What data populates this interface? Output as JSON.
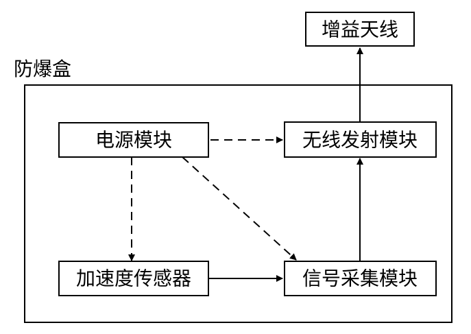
{
  "container": {
    "label": "防爆盒"
  },
  "nodes": {
    "antenna": "增益天线",
    "power": "电源模块",
    "wireless": "无线发射模块",
    "accel": "加速度传感器",
    "acquisition": "信号采集模块"
  },
  "edges": [
    {
      "from": "wireless",
      "to": "antenna",
      "style": "solid"
    },
    {
      "from": "power",
      "to": "wireless",
      "style": "dashed"
    },
    {
      "from": "power",
      "to": "accel",
      "style": "dashed"
    },
    {
      "from": "power",
      "to": "acquisition",
      "style": "dashed"
    },
    {
      "from": "accel",
      "to": "acquisition",
      "style": "solid"
    },
    {
      "from": "acquisition",
      "to": "wireless",
      "style": "solid"
    }
  ],
  "colors": {
    "line": "#000000",
    "background": "#ffffff"
  }
}
